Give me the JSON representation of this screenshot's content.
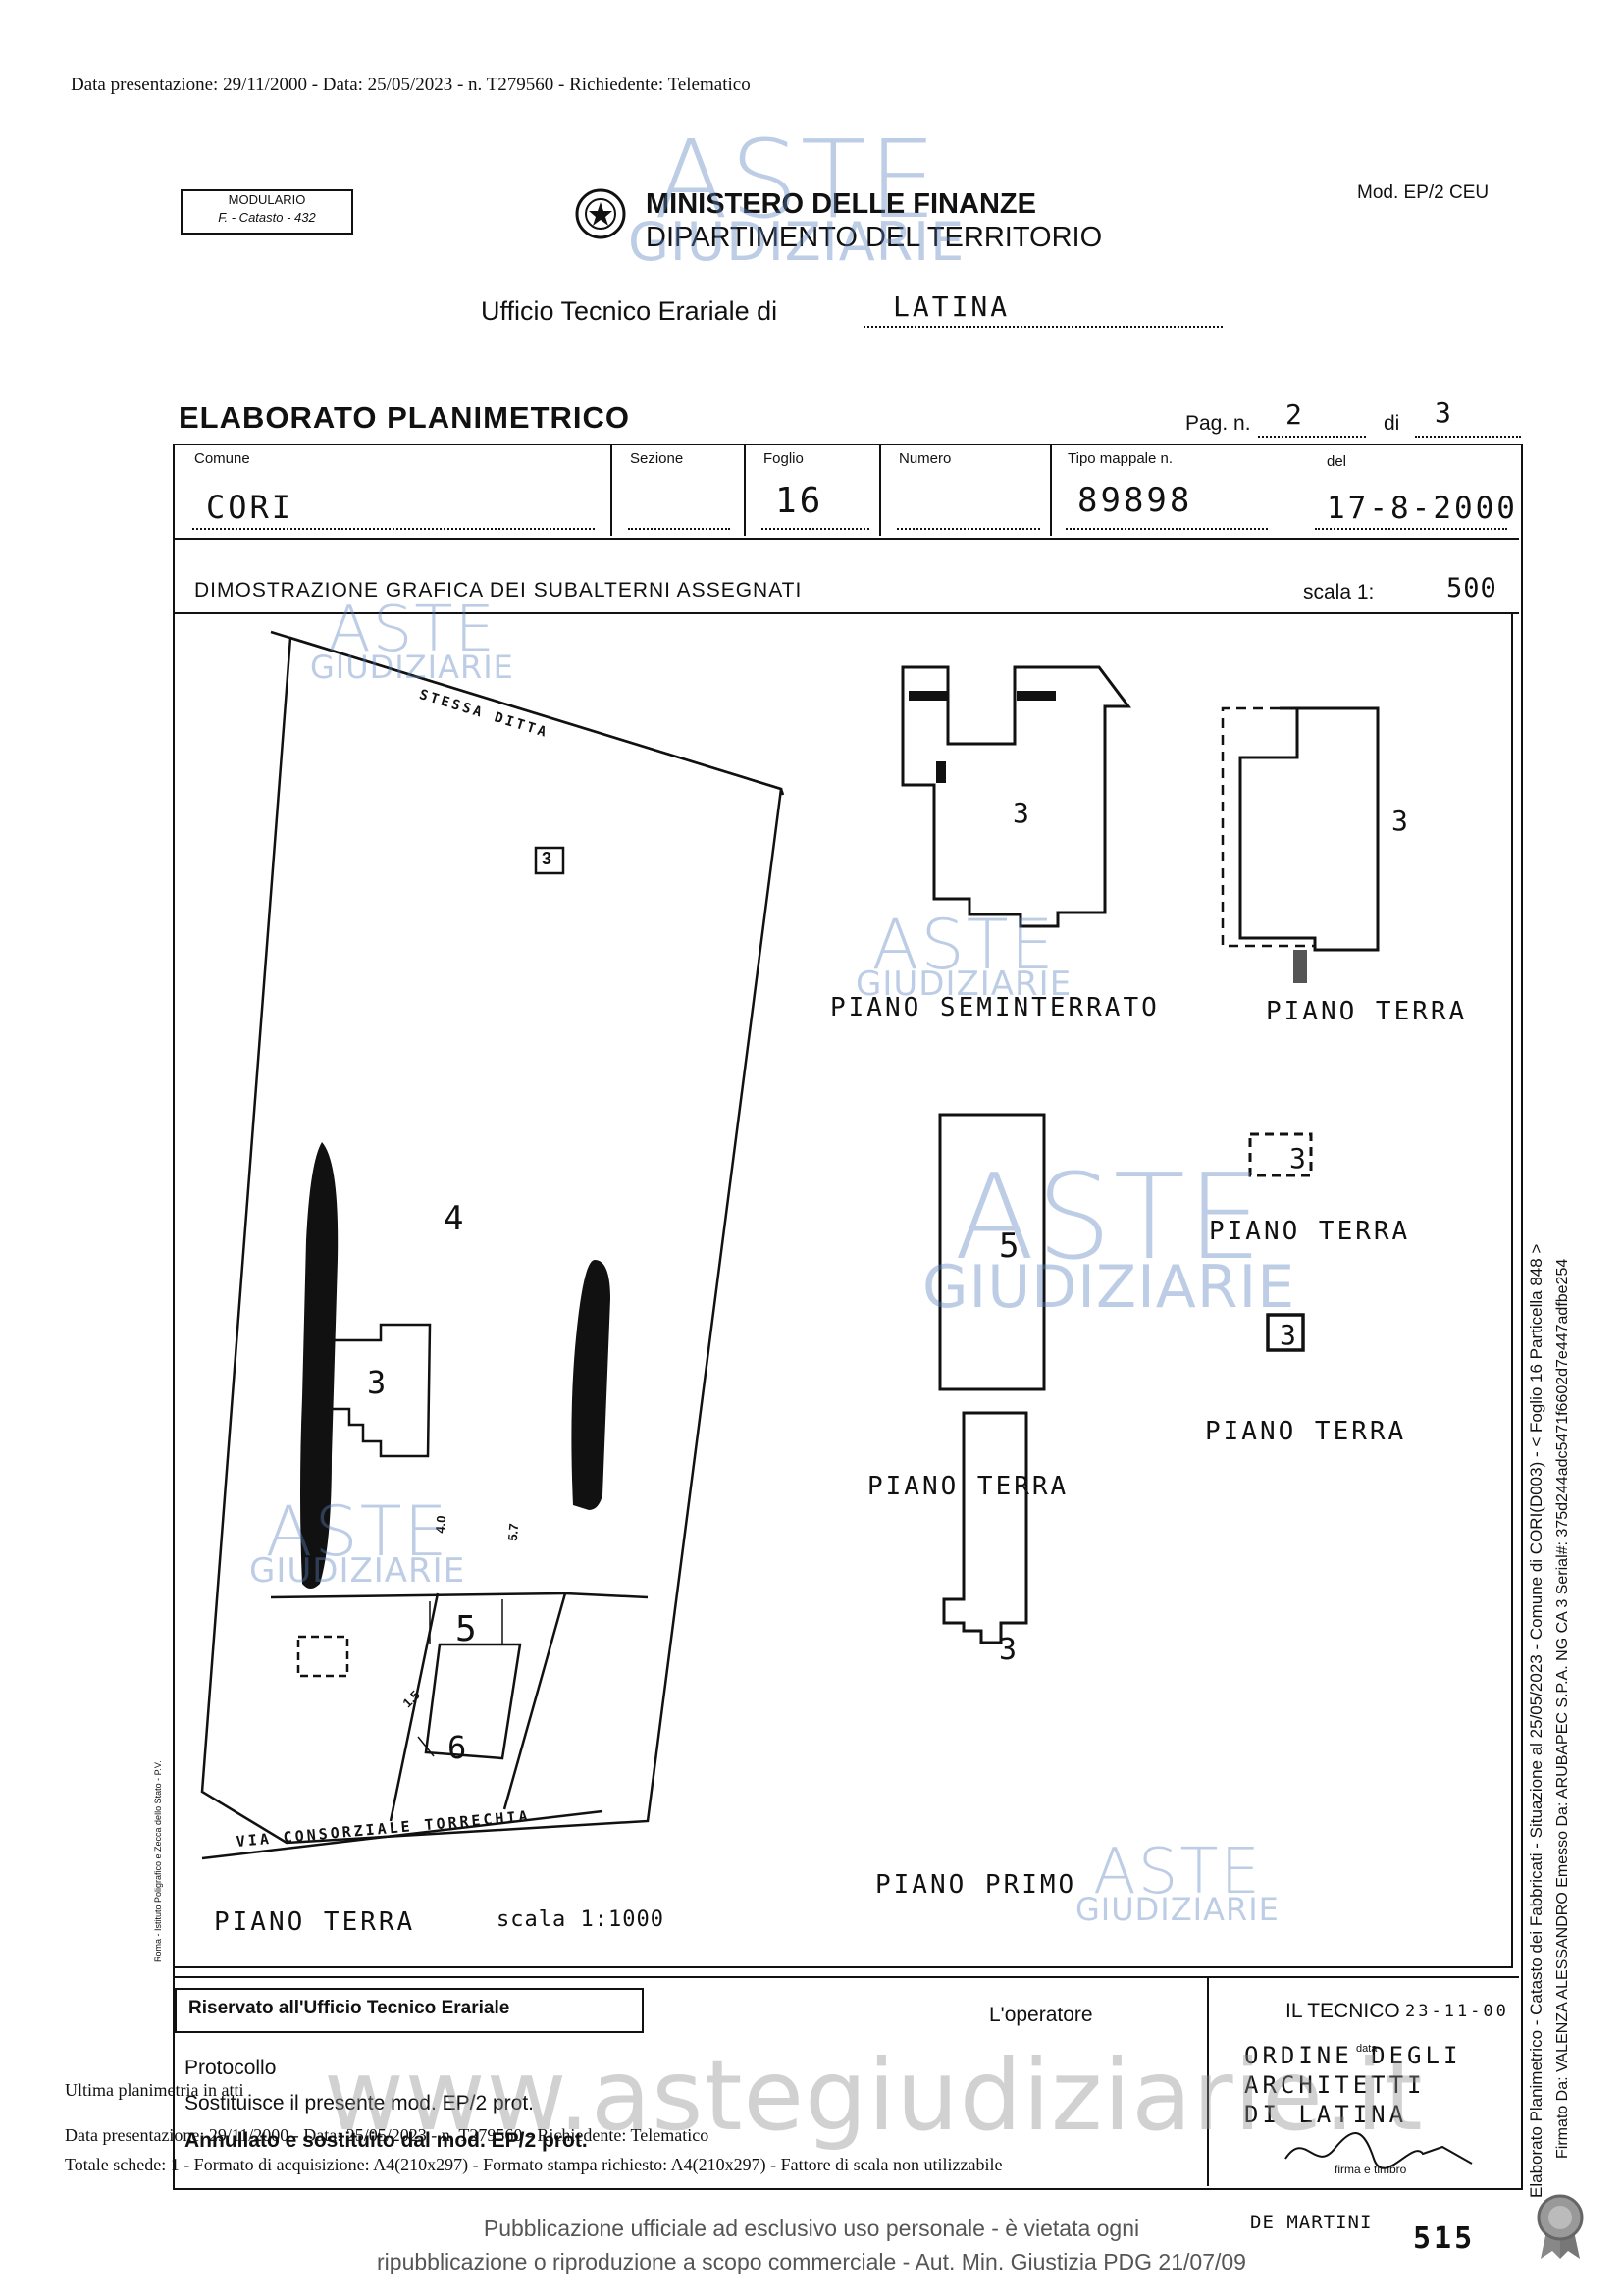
{
  "header_line": "Data presentazione: 29/11/2000 - Data: 25/05/2023 - n. T279560 - Richiedente: Telematico",
  "modulario": {
    "line1": "MODULARIO",
    "line2": "F. - Catasto - 432"
  },
  "ministry": {
    "title": "MINISTERO DELLE FINANZE",
    "subtitle": "DIPARTIMENTO DEL TERRITORIO"
  },
  "mod_code": "Mod. EP/2 CEU",
  "ufficio": {
    "label": "Ufficio Tecnico Erariale di",
    "value": "LATINA"
  },
  "doc_title": "ELABORATO PLANIMETRICO",
  "page": {
    "label": "Pag. n.",
    "n": "2",
    "of_label": "di",
    "total": "3"
  },
  "fields": {
    "comune_label": "Comune",
    "comune": "CORI",
    "sezione_label": "Sezione",
    "sezione": "",
    "foglio_label": "Foglio",
    "foglio": "16",
    "numero_label": "Numero",
    "numero": "",
    "tipo_label": "Tipo mappale n.",
    "tipo": "89898",
    "del_label": "del",
    "del": "17-8-2000"
  },
  "section_title": "DIMOSTRAZIONE GRAFICA DEI SUBALTERNI ASSEGNATI",
  "scale": {
    "label": "scala 1:",
    "value": "500"
  },
  "plan": {
    "stessa_ditta": "STESSA DITTA",
    "via": "VIA CONSORZIALE TORRECHIA",
    "piano_terra_main": "PIANO TERRA",
    "scala_small": "scala 1:1000",
    "sub_big_lot": "4",
    "sub_upper": "3",
    "sub_house": "3",
    "sub_dashed": "3",
    "sub_5": "5",
    "sub_6": "6",
    "dim_a": "4.0",
    "dim_b": "5.7",
    "dim_c": "1.5"
  },
  "floors": [
    {
      "label": "PIANO SEMINTERRATO",
      "sub": "3"
    },
    {
      "label": "PIANO TERRA",
      "sub": "3"
    },
    {
      "label": "PIANO TERRA",
      "sub": "3"
    },
    {
      "label": "PIANO TERRA",
      "sub": "5"
    },
    {
      "label": "PIANO TERRA",
      "sub": "3"
    },
    {
      "label": "PIANO PRIMO",
      "sub": "3"
    }
  ],
  "footer_box": {
    "riservato": "Riservato all'Ufficio Tecnico Erariale",
    "operatore": "L'operatore",
    "protocollo": "Protocollo",
    "sostituisce": "Sostituisce il presente mod. EP/2 prot.",
    "annullato": "Annullato e sostituito dal mod. EP/2 prot.",
    "tecnico": "IL TECNICO",
    "tecnico_date": "23-11-00",
    "stamp": [
      "ORDINE DEGLI",
      "ARCHITETTI",
      "DI LATINA"
    ],
    "data_label": "data",
    "firma": "firma e timbro",
    "demartini": "DE MARTINI",
    "num515": "515"
  },
  "overlay": {
    "ultima": "Ultima planimetria in atti",
    "data_line": "Data presentazione: 29/11/2000 - Data: 25/05/2023 - n. T279560 - Richiedente: Telematico",
    "totale": "Totale schede: 1 - Formato di acquisizione: A4(210x297) - Formato stampa richiesto: A4(210x297) - Fattore di scala non utilizzabile"
  },
  "side_text_1": "Elaborato Planimetrico - Catasto dei Fabbricati - Situazione al 25/05/2023 - Comune di CORI(D003) - < Foglio 16 Particella 848 >",
  "side_text_2": "Firmato Da: VALENZA ALESSANDRO Emesso Da: ARUBAPEC S.P.A. NG CA 3 Serial#: 375d244adc5471f6602d7e447adfbe254",
  "left_margin_text": "Roma - Istituto Poligrafico e Zecca dello Stato - P.V.",
  "watermark": {
    "big": "ASTE",
    "sub": "GIUDIZIARIE",
    "url": "www.astegiudiziarie.it"
  },
  "publication": {
    "line1": "Pubblicazione ufficiale ad esclusivo uso personale - è vietata ogni",
    "line2": "ripubblicazione o riproduzione a scopo commerciale - Aut. Min. Giustizia PDG 21/07/09"
  }
}
